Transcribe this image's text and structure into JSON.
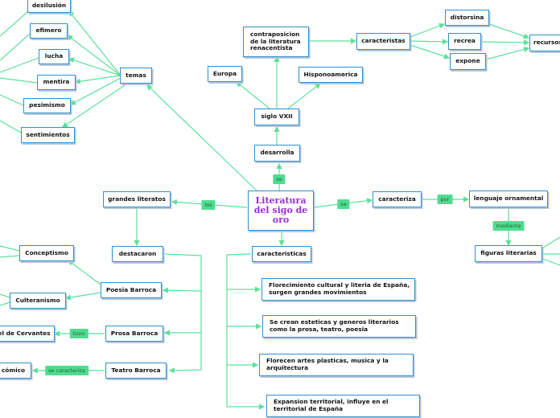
{
  "center": {
    "title": "Literatura del sigo de oro"
  },
  "nodes": {
    "desilusion": "desilusión",
    "efimero": "efimero",
    "lucha": "lucha",
    "mentira": "mentira",
    "pesimismo": "pesimismo",
    "sentimientos": "sentimientos",
    "temas": "temas",
    "contraposicion": "contraposicion de la literatura renacentista",
    "europa": "Europa",
    "hisponoamerica": "Hisponoamerica",
    "siglo": "siglo VXII",
    "desarrolla": "desarrolla",
    "caracteristas": "caracteristas",
    "distorsina": "distorsina",
    "recrea": "recrea",
    "expone": "expone",
    "recursos": "recursos",
    "grandes": "grandes literatos",
    "destacaron": "destacaron",
    "conceptismo": "Conceptismo",
    "poesia": "Poesia Barroca",
    "culteranismo": "Culteranismo",
    "cervantes": "el de Cervantes",
    "prosa": "Prosa Barroca",
    "comico": "cómico",
    "teatro": "Teatro Barroca",
    "caracteriza": "caracteriza",
    "lenguaje": "lenguaje ornamental",
    "figuras": "figuras literarias",
    "caracteristicas": "caracteristicas",
    "florecimiento": "Florecimiento cultural y literia de España, surgen grandes movimientos",
    "esteticas": "Se crean esteticas y generos literarios como la prosa, teatro, poesia",
    "florecen": "Florecen artes plasticas, musica y la arquitectura",
    "expansion": "Expansion territorial, influye en el territorial de España"
  },
  "labels": {
    "se_top": "se",
    "los": "los",
    "se_right": "se",
    "por": "por",
    "mediante": "mediante",
    "tuvo": "tuvo",
    "se_caracteriza": "se caracteriza"
  }
}
